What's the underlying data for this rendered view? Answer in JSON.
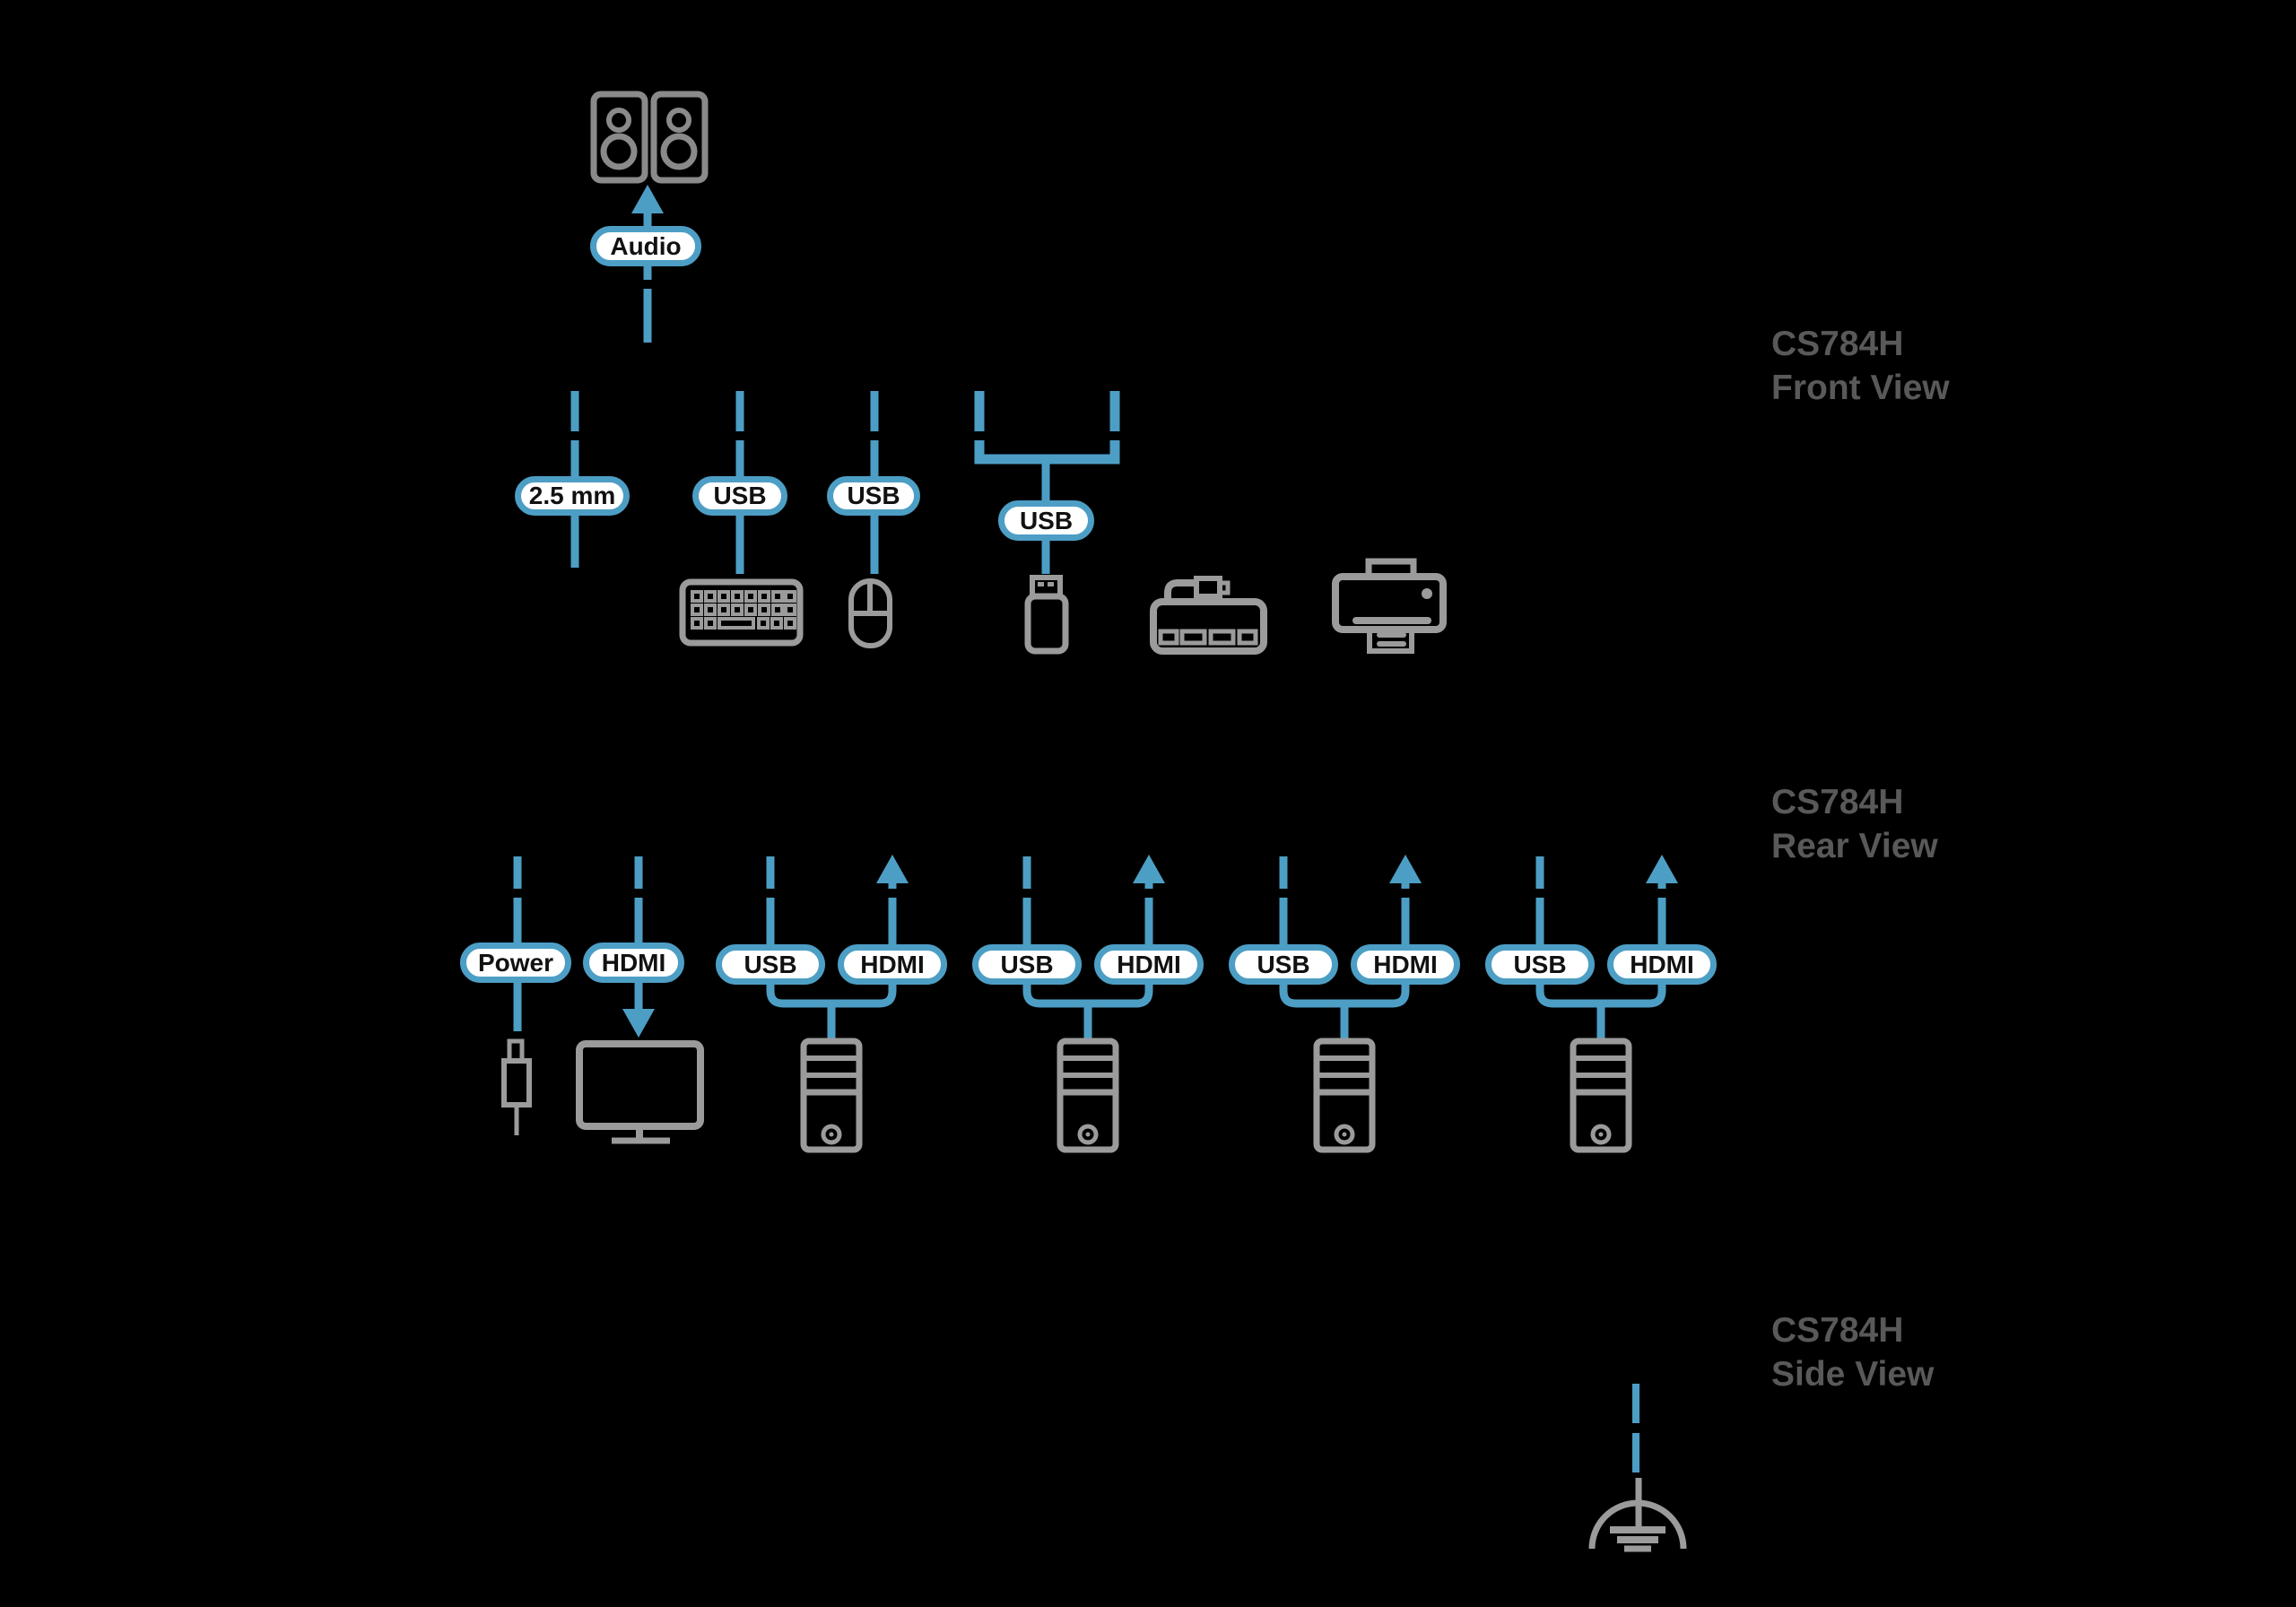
{
  "colors": {
    "background": "#000000",
    "blue": "#4D9EC5",
    "icon_gray": "#9B9B9B",
    "speaker_gray": "#8A8A8A",
    "heading_gray": "#595959",
    "pill_bg": "#FFFFFF",
    "pill_text": "#111111"
  },
  "front": {
    "heading_line1": "CS784H",
    "heading_line2": "Front View",
    "audio_label": "Audio",
    "jack_label": "2.5 mm",
    "usb_keyboard_label": "USB",
    "usb_mouse_label": "USB",
    "usb_shared_label": "USB",
    "icons": [
      "speakers-icon",
      "keyboard-icon",
      "mouse-icon",
      "usb-flash-drive-icon",
      "usb-hub-icon",
      "printer-icon"
    ]
  },
  "rear": {
    "heading_line1": "CS784H",
    "heading_line2": "Rear View",
    "power_label": "Power",
    "monitor_hdmi_label": "HDMI",
    "ports": [
      {
        "usb_label": "USB",
        "hdmi_label": "HDMI"
      },
      {
        "usb_label": "USB",
        "hdmi_label": "HDMI"
      },
      {
        "usb_label": "USB",
        "hdmi_label": "HDMI"
      },
      {
        "usb_label": "USB",
        "hdmi_label": "HDMI"
      }
    ],
    "icons": [
      "power-plug-icon",
      "monitor-icon",
      "computer-tower-icon",
      "computer-tower-icon",
      "computer-tower-icon",
      "computer-tower-icon"
    ]
  },
  "side": {
    "heading_line1": "CS784H",
    "heading_line2": "Side View",
    "icons": [
      "grounding-icon"
    ]
  }
}
